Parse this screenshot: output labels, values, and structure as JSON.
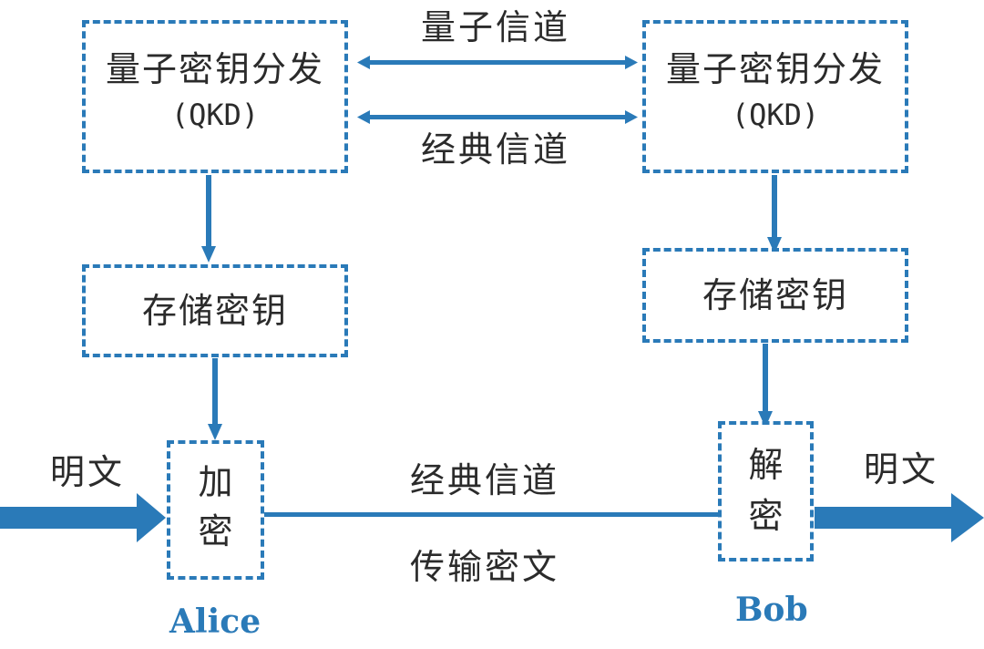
{
  "colors": {
    "accent": "#2a7ab8",
    "text": "#2b2b2b",
    "background": "#ffffff"
  },
  "alice": {
    "qkd": {
      "title": "量子密钥分发",
      "subtitle": "(QKD)"
    },
    "store": "存储密钥",
    "encrypt": [
      "加",
      "密"
    ],
    "plaintext": "明文",
    "name": "Alice"
  },
  "bob": {
    "qkd": {
      "title": "量子密钥分发",
      "subtitle": "(QKD)"
    },
    "store": "存储密钥",
    "decrypt": [
      "解",
      "密"
    ],
    "plaintext": "明文",
    "name": "Bob"
  },
  "channels": {
    "quantum": "量子信道",
    "classical_top": "经典信道",
    "classical_bottom": "经典信道",
    "transmit": "传输密文"
  }
}
